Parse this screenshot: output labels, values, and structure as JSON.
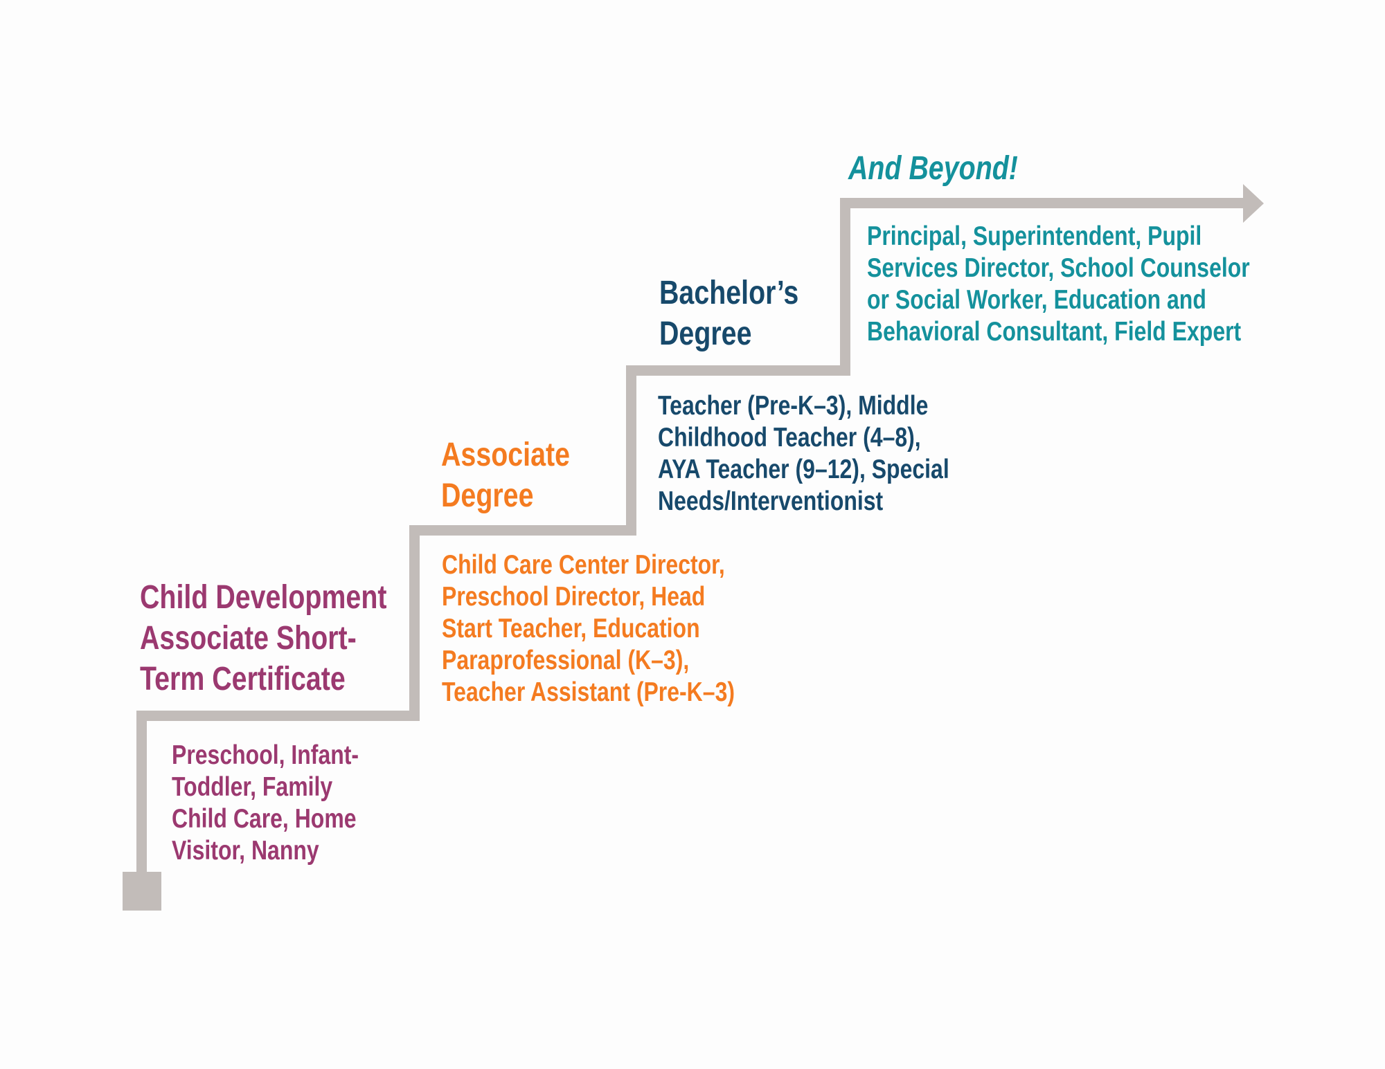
{
  "staircase": {
    "color": "#c2bcb9",
    "arrow_direction": "right"
  },
  "steps": [
    {
      "heading": "Child Development\nAssociate Short-\nTerm Certificate",
      "jobs": "Preschool, Infant-\nToddler, Family\nChild Care, Home\nVisitor, Nanny",
      "color": "#9b3970"
    },
    {
      "heading": "Associate\nDegree",
      "jobs": "Child Care Center Director,\nPreschool Director, Head\nStart Teacher, Education\nParaprofessional (K–3),\nTeacher Assistant (Pre-K–3)",
      "color": "#f47b20"
    },
    {
      "heading": "Bachelor’s\nDegree",
      "jobs": "Teacher (Pre-K–3), Middle\nChildhood Teacher (4–8),\nAYA Teacher (9–12), Special\nNeeds/Interventionist",
      "color": "#17496b"
    },
    {
      "heading": "And Beyond!",
      "jobs": "Principal, Superintendent, Pupil\nServices Director, School Counselor\nor Social Worker, Education and\nBehavioral Consultant, Field Expert",
      "color": "#14919c"
    }
  ]
}
